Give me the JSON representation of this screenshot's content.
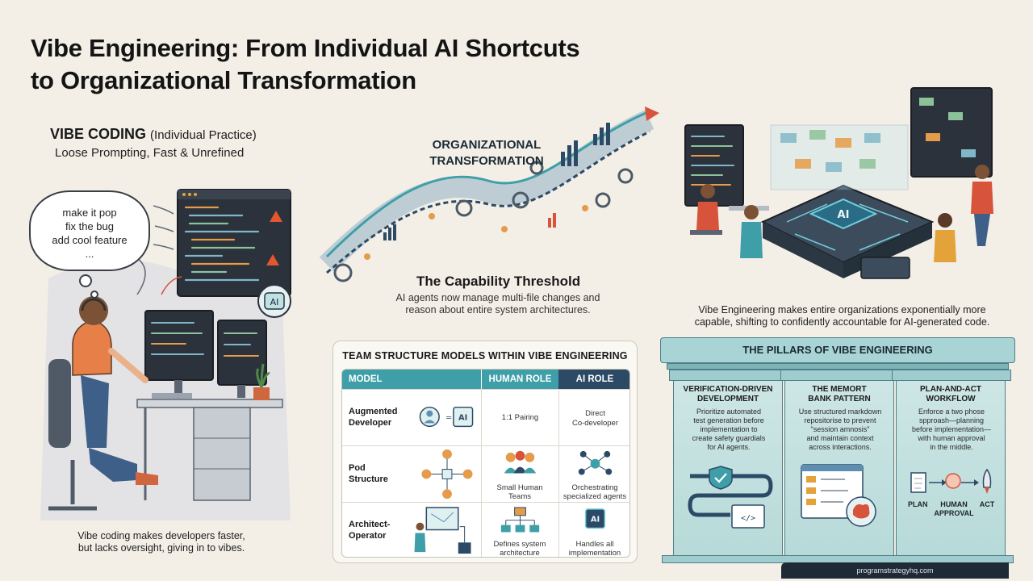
{
  "title": {
    "line1": "Vibe Engineering: From Individual AI Shortcuts",
    "line2": "to Organizational Transformation"
  },
  "vibe_coding": {
    "heading": "VIBE CODING",
    "heading_sub": "(Individual Practice)",
    "subtitle": "Loose Prompting, Fast & Unrefined",
    "thought_lines": [
      "make it pop",
      "fix the bug",
      "add cool feature",
      "..."
    ],
    "ai_badge": "AI",
    "caption_line1": "Vibe coding makes developers faster,",
    "caption_line2": "but lacks oversight, giving in to vibes."
  },
  "transformation": {
    "heading_line1": "ORGANIZATIONAL",
    "heading_line2": "TRANSFORMATION",
    "threshold_title": "The Capability Threshold",
    "threshold_line1": "AI agents now manage multi-file changes and",
    "threshold_line2": "reason about entire system architectures."
  },
  "engineering_scene": {
    "chip_label": "AI",
    "caption_line1": "Vibe Engineering makes entire organizations exponentially more",
    "caption_line2": "capable, shifting to confidently accountable for AI-generated code."
  },
  "team_models": {
    "title": "TEAM STRUCTURE MODELS WITHIN VIBE ENGINEERING",
    "headers": {
      "model": "MODEL",
      "human": "HUMAN ROLE",
      "ai": "AI ROLE"
    },
    "rows": [
      {
        "model_line1": "Augmented",
        "model_line2": "Developer",
        "icon_text": "AI",
        "human_line1": "1:1 Pairing",
        "human_line2": "",
        "ai_line1": "Direct",
        "ai_line2": "Co-developer"
      },
      {
        "model_line1": "Pod",
        "model_line2": "Structure",
        "icon_text": "",
        "human_line1": "Small Human",
        "human_line2": "Teams",
        "ai_line1": "Orchestrating",
        "ai_line2": "specialized agents"
      },
      {
        "model_line1": "Architect-",
        "model_line2": "Operator",
        "icon_text": "AI",
        "human_line1": "Defines system",
        "human_line2": "architecture",
        "ai_line1": "Handles all",
        "ai_line2": "implementation details"
      }
    ]
  },
  "pillars": {
    "title": "THE PILLARS OF VIBE ENGINEERING",
    "items": [
      {
        "title_line1": "VERIFICATION-DRIVEN",
        "title_line2": "DEVELOPMENT",
        "desc": [
          "Prioritize automated",
          "test generation before",
          "implementation to",
          "create safety guardials",
          "for AI agents."
        ]
      },
      {
        "title_line1": "THE MEMORT",
        "title_line2": "BANK PATTERN",
        "desc": [
          "Use structured markdown",
          "repositorise to prevent",
          "\"session amnosis\"",
          "and maintain context",
          "across interactions."
        ]
      },
      {
        "title_line1": "PLAN-AND-ACT",
        "title_line2": "WORKFLOW",
        "desc": [
          "Enforce a two phose",
          "spproash—planning",
          "before implementation—",
          "with human approval",
          "in the middle."
        ],
        "steps": {
          "plan": "PLAN",
          "human_line1": "HUMAN",
          "human_line2": "APPROVAL",
          "act": "ACT"
        }
      }
    ]
  },
  "footer": "programstrategyhq.com",
  "colors": {
    "background": "#f3efe7",
    "teal_header": "#3f9fa8",
    "navy_header": "#2c4a66",
    "pillar_fill": "#b7dad9",
    "screen_dark": "#2b323b"
  }
}
